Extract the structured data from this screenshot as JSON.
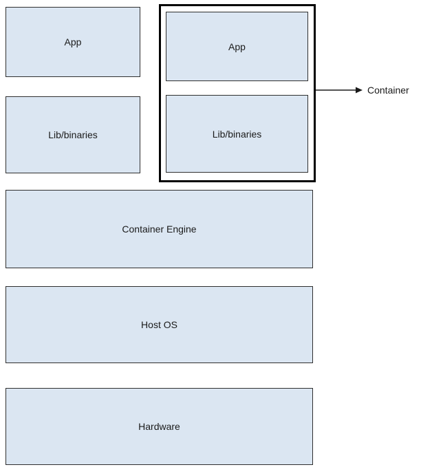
{
  "diagram": {
    "title_implied": "Container architecture stack",
    "left_stack": {
      "app_label": "App",
      "lib_label": "Lib/binaries"
    },
    "container_group": {
      "app_label": "App",
      "lib_label": "Lib/binaries",
      "annotation_label": "Container"
    },
    "layers": [
      {
        "label": "Container Engine"
      },
      {
        "label": "Host OS"
      },
      {
        "label": "Hardware"
      }
    ],
    "colors": {
      "box_fill": "#dbe6f2",
      "box_border": "#2e2e2e",
      "container_outline": "#000000",
      "text": "#1a1a1a"
    }
  }
}
